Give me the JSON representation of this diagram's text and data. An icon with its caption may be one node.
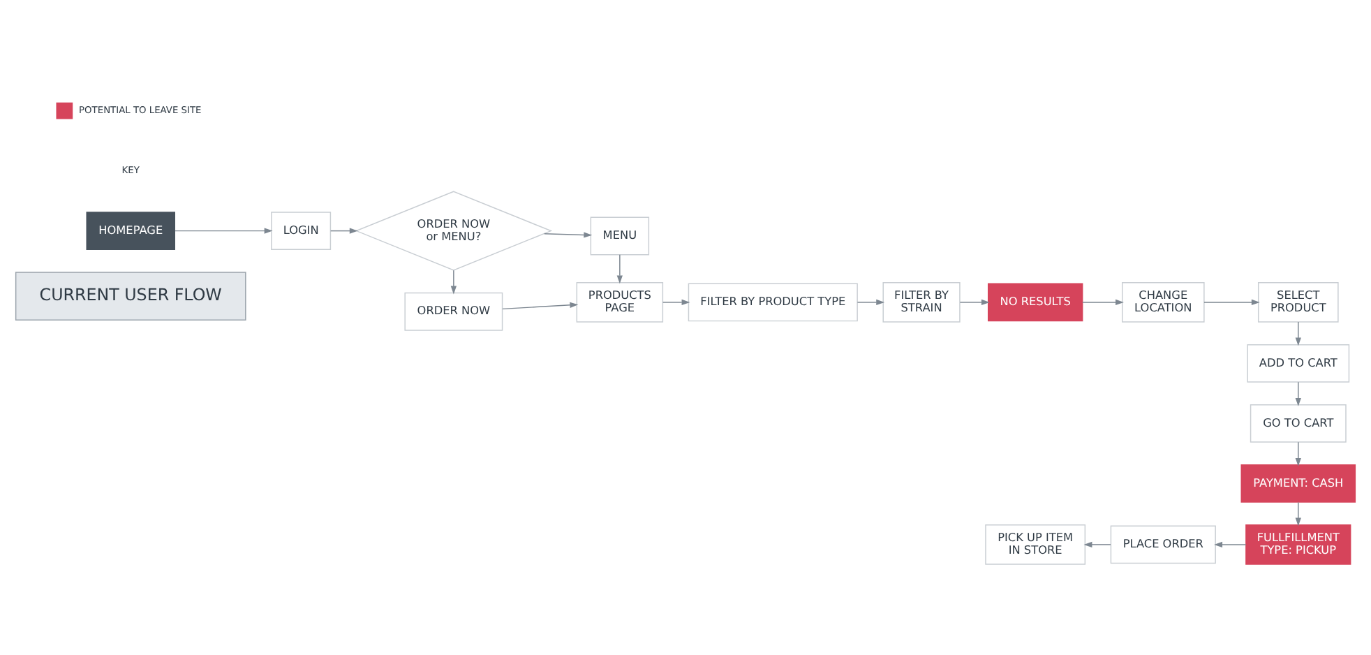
{
  "diagram": {
    "nodes": [
      {
        "text": [
          "CURRENT USER FLOW"
        ]
      },
      {
        "text": [
          "HOMEPAGE"
        ]
      },
      {
        "text": [
          "LOGIN"
        ]
      },
      {
        "text": [
          "ORDER NOW or MENU?"
        ]
      },
      {
        "text": [
          "MENU"
        ]
      },
      {
        "text": [
          "ORDER NOW"
        ]
      },
      {
        "text": [
          "PRODUCTS PAGE"
        ]
      },
      {
        "text": [
          "FILTER BY PRODUCT TYPE"
        ]
      },
      {
        "text": [
          "FILTER BY STRAIN"
        ]
      },
      {
        "text": [
          "NO RESULTS"
        ]
      },
      {
        "text": [
          "CHANGE LOCATION"
        ]
      },
      {
        "text": [
          "SELECT PRODUCT"
        ]
      },
      {
        "text": [
          "ADD TO CART"
        ]
      },
      {
        "text": [
          "GO TO CART"
        ]
      },
      {
        "text": [
          "PAYMENT: CASH"
        ]
      },
      {
        "text": [
          "FULLFILLMENT TYPE: PICKUP"
        ]
      },
      {
        "text": [
          "PLACE ORDER"
        ]
      },
      {
        "text": [
          "PICK UP ITEM IN STORE"
        ]
      }
    ],
    "edges": [
      {
        "from": 1,
        "to": 2,
        "arrow": "to"
      },
      {
        "from": 2,
        "to": 3,
        "arrow": "to"
      },
      {
        "from": 3,
        "to": 4,
        "arrow": "to"
      },
      {
        "from": 3,
        "to": 5,
        "arrow": "to"
      },
      {
        "from": 4,
        "to": 6,
        "arrow": "to"
      },
      {
        "from": 5,
        "to": 6,
        "arrow": "to"
      },
      {
        "from": 6,
        "to": 7,
        "arrow": "to"
      },
      {
        "from": 7,
        "to": 8,
        "arrow": "to"
      },
      {
        "from": 8,
        "to": 9,
        "arrow": "to"
      },
      {
        "from": 9,
        "to": 10,
        "arrow": "to"
      },
      {
        "from": 10,
        "to": 11,
        "arrow": "to"
      },
      {
        "from": 11,
        "to": 12,
        "arrow": "to"
      },
      {
        "from": 12,
        "to": 13,
        "arrow": "to"
      },
      {
        "from": 13,
        "to": 14,
        "arrow": "to"
      },
      {
        "from": 14,
        "to": 15,
        "arrow": "to"
      },
      {
        "from": 15,
        "to": 16,
        "arrow": "to"
      },
      {
        "from": 16,
        "to": 17,
        "arrow": "to"
      }
    ],
    "labels": [
      "KEY"
    ],
    "legend": [
      {
        "text": "POTENTIAL TO LEAVE SITE",
        "color": "#d6445b"
      }
    ]
  }
}
